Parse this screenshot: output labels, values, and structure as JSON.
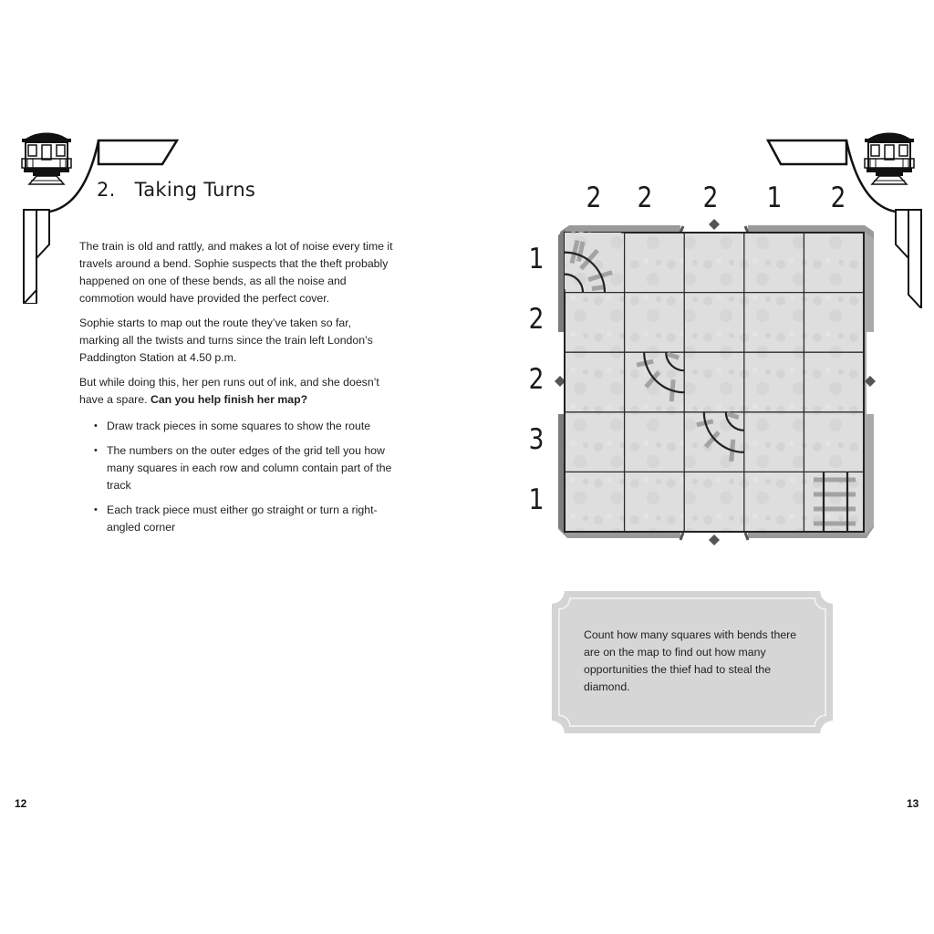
{
  "left_page": {
    "chapter_number": "2.",
    "chapter_title": "Taking Turns",
    "paragraphs": [
      "The train is old and rattly, and makes a lot of noise every time it travels around a bend. Sophie suspects that the theft probably happened on one of these bends, as all the noise and commotion would have provided the perfect cover.",
      "Sophie starts to map out the route they’ve taken so far, marking all the twists and turns since the train left London’s Paddington Station at 4.50 p.m."
    ],
    "paragraph3_plain": "But while doing this, her pen runs out of ink, and she doesn’t have a spare. ",
    "paragraph3_bold": "Can you help finish her map?",
    "bullets": [
      "Draw track pieces in some squares to show the route",
      "The numbers on the outer edges of the grid tell you how many squares in each row and column contain part of the track",
      "Each track piece must either go straight or turn a right-angled corner"
    ],
    "page_number": "12"
  },
  "right_page": {
    "puzzle": {
      "rows": 5,
      "cols": 5,
      "column_clues": [
        "2",
        "2",
        "2",
        "1",
        "2"
      ],
      "row_clues": [
        "1",
        "2",
        "2",
        "3",
        "1"
      ],
      "given_pieces": [
        {
          "row": 0,
          "col": 0,
          "type": "curve",
          "corner": "top-left"
        },
        {
          "row": 2,
          "col": 1,
          "type": "curve",
          "corner": "top-right"
        },
        {
          "row": 3,
          "col": 2,
          "type": "curve",
          "corner": "top-right"
        },
        {
          "row": 4,
          "col": 4,
          "type": "straight",
          "orientation": "vertical"
        }
      ],
      "colors": {
        "cell_fill": "#dcdcdc",
        "frame": "#8c8c8c",
        "grid_line": "#2b2b2b",
        "rail": "#222222",
        "sleeper": "#9a9a9a"
      }
    },
    "hint": "Count how many squares with bends there are on the map to find out how many opportunities the thief had to steal the diamond.",
    "page_number": "13"
  },
  "decorations": {
    "left_icon": "train-carriage-icon",
    "right_icon": "train-carriage-icon"
  }
}
